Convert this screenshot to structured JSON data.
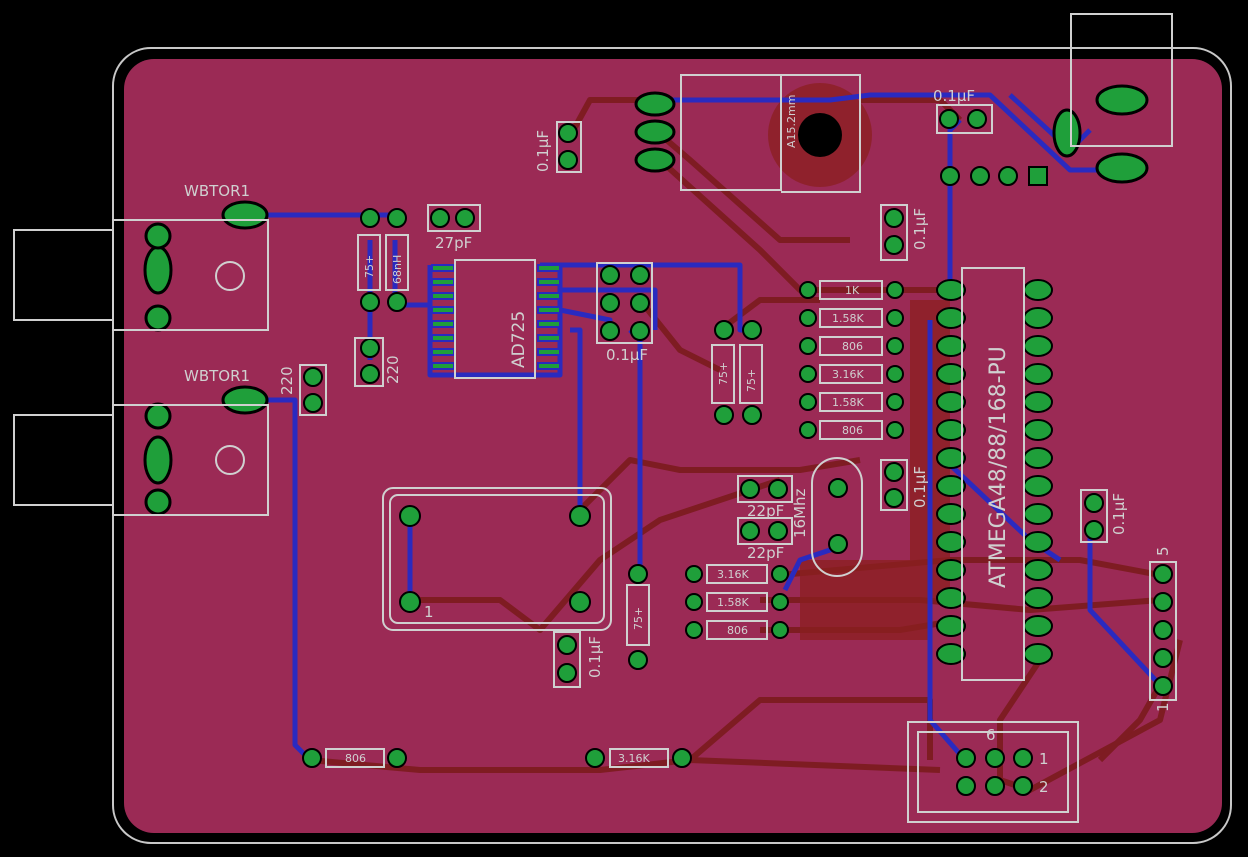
{
  "labels": {
    "jack_top": "WBTOR1",
    "jack_bottom": "WBTOR1",
    "cap_tl": "0.1µF",
    "cap_27": "27pF",
    "res_75_a": "75+",
    "res_68": "68nH",
    "cap_220": "220",
    "cap_220b": "220",
    "ic_ad": "AD725",
    "cap_01_mid": "0.1µF",
    "pot_size": "A15.2mm",
    "cap_01_top": "0.1µF",
    "cap_01_right": "0.1µF",
    "r_1k": "1K",
    "r_158a": "1.58K",
    "r_806a": "806",
    "r_316a": "3.16K",
    "r_158b": "1.58K",
    "r_806b": "806",
    "res_75_b": "75+",
    "res_75_c": "75+",
    "mcu": "ATMEGA48/88/168-PU",
    "cap_01_mcu": "0.1µF",
    "cap_01_far": "0.1µF",
    "xtal": "16Mhz",
    "cap_22a": "22pF",
    "cap_22b": "22pF",
    "r_316b": "3.16K",
    "r_158c": "1.58K",
    "r_806c": "806",
    "res_75_d": "75+",
    "cap_01_bottom": "0.1µF",
    "osc_pin": "1",
    "r_806d": "806",
    "r_316c": "3.16K",
    "hdr_6": "6",
    "hdr_1": "1",
    "hdr_2": "2",
    "hdr5_5": "5",
    "hdr5_1": "1"
  },
  "colors": {
    "board": "#9b2a55",
    "outline": "#c8c8c8",
    "top_trace": "#8b1f1f",
    "bottom_trace": "#2a2ac0",
    "pad": "#1f9f3a",
    "silk": "#d0d0d0"
  }
}
